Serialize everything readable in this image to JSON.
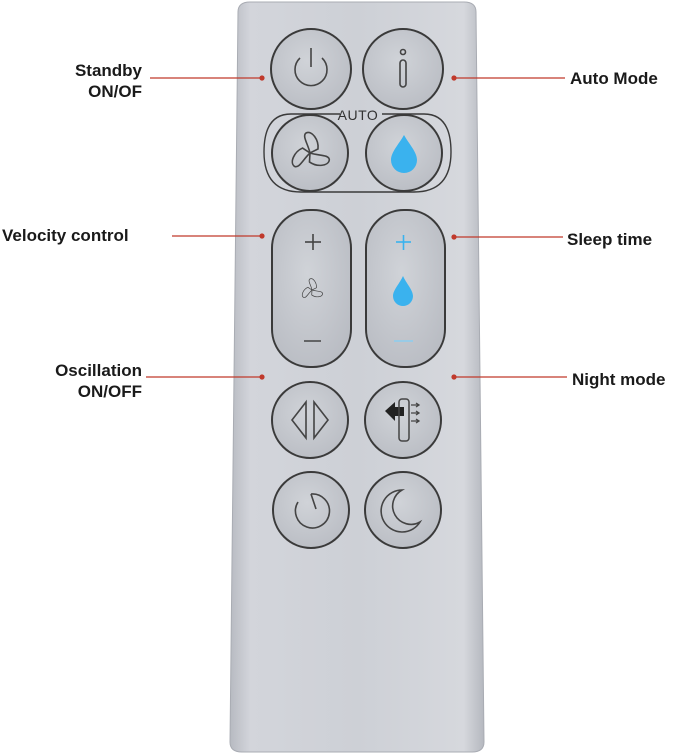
{
  "labels": {
    "standby": [
      "Standby",
      "ON/OF"
    ],
    "auto_mode": "Auto Mode",
    "velocity": "Velocity control",
    "sleep_time": "Sleep time",
    "oscillation": [
      "Oscillation",
      "ON/OFF"
    ],
    "night_mode": "Night mode"
  },
  "remote": {
    "auto_text": "AUTO",
    "body_color": "#c9ccd3",
    "button_color": "#c3c6cc",
    "water_blue": "#3ab2ee",
    "leader_color": "#c0392b"
  },
  "icons": [
    "power-icon",
    "info-icon",
    "fan-icon",
    "water-drop-icon",
    "plus-icon",
    "minus-icon",
    "oscillation-icon",
    "purify-flow-icon",
    "timer-icon",
    "moon-icon"
  ]
}
